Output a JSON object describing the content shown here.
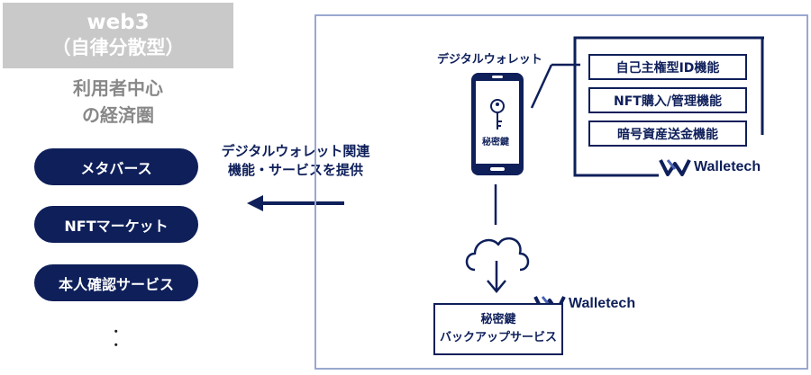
{
  "left": {
    "header_title": "web3",
    "header_subtitle": "（自律分散型）",
    "center_line1": "利用者中心",
    "center_line2": "の経済圏",
    "services": [
      "メタバース",
      "NFTマーケット",
      "本人確認サービス"
    ],
    "ellipsis": "･\n･"
  },
  "arrow_caption": {
    "line1": "デジタルウォレット関連",
    "line2": "機能・サービスを提供"
  },
  "panel": {
    "wallet_label": "デジタルウォレット",
    "key_caption": "秘密鍵",
    "features": [
      "自己主権型ID機能",
      "NFT購入/管理機能",
      "暗号資産送金機能"
    ],
    "brand_name": "Walletech",
    "backup_line1": "秘密鍵",
    "backup_line2": "バックアップサービス"
  },
  "colors": {
    "navy": "#0e1f5a",
    "panel_border": "#9aa8cf",
    "header_gray": "#c9c9c9",
    "text_gray": "#888888"
  }
}
